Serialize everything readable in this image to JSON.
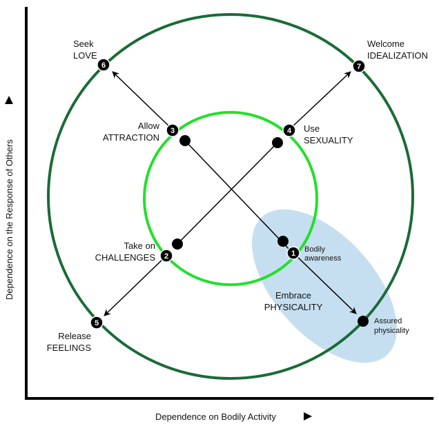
{
  "axes": {
    "x_title": "Dependence on Bodily Activity",
    "y_title": "Dependence on the Response of Others"
  },
  "colors": {
    "outer_circle": "#1a6b37",
    "inner_circle": "#22e02a",
    "ellipse": "#c6dff0",
    "marker": "#000000",
    "axis": "#000000"
  },
  "nodes": {
    "n1": {
      "num": "1",
      "label": [
        "Bodily",
        "awareness"
      ]
    },
    "n2": {
      "num": "2",
      "label": [
        "Take on",
        "CHALLENGES"
      ]
    },
    "n3": {
      "num": "3",
      "label": [
        "Allow",
        "ATTRACTION"
      ]
    },
    "n4": {
      "num": "4",
      "label": [
        "Use",
        "SEXUALITY"
      ]
    },
    "n5": {
      "num": "5",
      "label": [
        "Release",
        "FEELINGS"
      ]
    },
    "n6": {
      "num": "6",
      "label": [
        "Seek",
        "LOVE"
      ]
    },
    "n7": {
      "num": "7",
      "label": [
        "Welcome",
        "IDEALIZATION"
      ]
    }
  },
  "annotations": {
    "embrace": [
      "Embrace",
      "PHYSICALITY"
    ],
    "assured": [
      "Assured",
      "physicality"
    ]
  }
}
